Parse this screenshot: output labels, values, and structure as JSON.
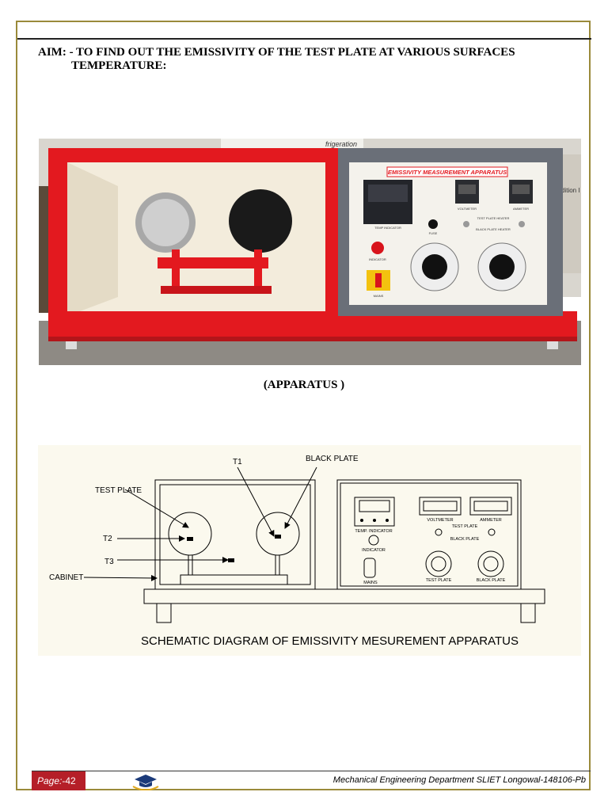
{
  "aim": {
    "line1": "AIM: - TO FIND OUT THE EMISSIVITY OF THE TEST PLATE AT VARIOUS SURFACES",
    "line2": "TEMPERATURE:"
  },
  "photo": {
    "panel_title": "EMISSIVITY MEASUREMENT APPARATUS",
    "temp_indicator": "TEMP INDICATOR",
    "voltmeter": "VOLTMETER",
    "ammeter": "AMMETER",
    "fuse": "FUSE",
    "test_plate_heater": "TEST PLATE HEATER",
    "black_plate_heater": "BLACK PLATE HEATER",
    "indicator": "INDICATOR",
    "mains": "MAINS",
    "bg_text_1": "frigeration",
    "bg_text_2": "dition I"
  },
  "caption": "(APPARATUS )",
  "schematic": {
    "title": "SCHEMATIC DIAGRAM OF EMISSIVITY MESUREMENT APPARATUS",
    "t1": "T1",
    "black_plate": "BLACK PLATE",
    "test_plate": "TEST PLATE",
    "t2": "T2",
    "t3": "T3",
    "cabinet": "CABINET",
    "temp_indicator": "TEMP. INDICATOR",
    "voltmeter": "VOLTMETER",
    "ammeter": "AMMETER",
    "test_plate_small": "TEST PLATE",
    "black_plate_small": "BLACK PLATE",
    "indicator": "INDICATOR",
    "mains": "MAINS",
    "knob_test_plate": "TEST PLATE",
    "knob_black_plate": "BLACK PLATE"
  },
  "footer": {
    "page_label": "Page:",
    "page_number": "-42",
    "department": "Mechanical Engineering Department SLIET Longowal-148106-Pb"
  },
  "colors": {
    "frame": "#9a8a3a",
    "badge": "#b51f28",
    "cabinet_red": "#e3191f",
    "panel_gray": "#6a6f78"
  }
}
